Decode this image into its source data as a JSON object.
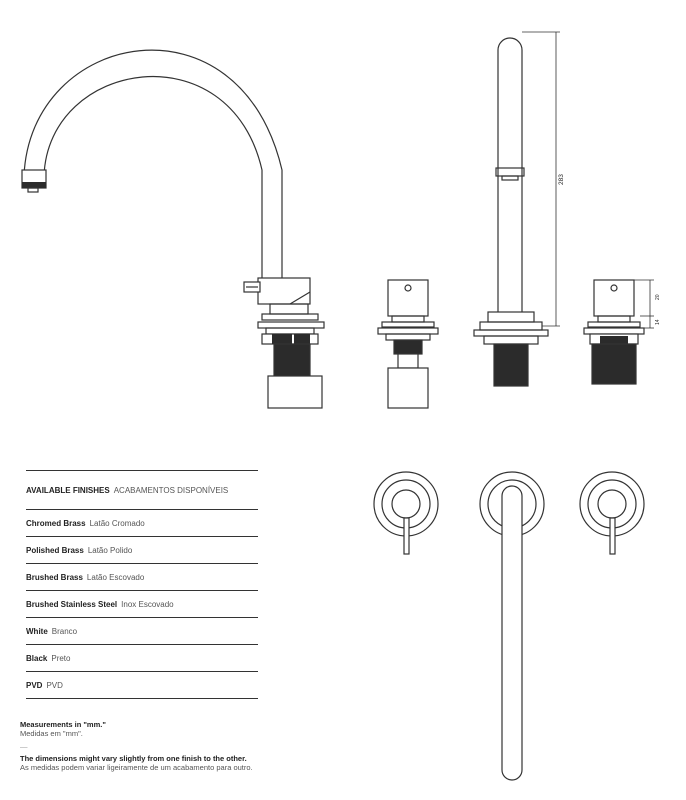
{
  "drawing": {
    "dim_height": "283",
    "dim_small_top": "20",
    "dim_small_bottom": "14"
  },
  "finishes": {
    "header_en": "AVAILABLE FINISHES",
    "header_pt": "ACABAMENTOS DISPONÍVEIS",
    "items": [
      {
        "en": "Chromed Brass",
        "pt": "Latão Cromado"
      },
      {
        "en": "Polished Brass",
        "pt": "Latão Polido"
      },
      {
        "en": "Brushed Brass",
        "pt": "Latão Escovado"
      },
      {
        "en": "Brushed Stainless Steel",
        "pt": "Inox Escovado"
      },
      {
        "en": "White",
        "pt": "Branco"
      },
      {
        "en": "Black",
        "pt": "Preto"
      },
      {
        "en": "PVD",
        "pt": "PVD"
      }
    ]
  },
  "notes": {
    "measure_en": "Measurements in \"mm.\"",
    "measure_pt": "Medidas em \"mm\".",
    "separator": "—",
    "dims_en": "The dimensions might vary slightly from one finish to the other.",
    "dims_pt": "As medidas podem variar ligeiramente de um acabamento para outro."
  },
  "colors": {
    "line": "#333333",
    "dark_fill": "#2b2b2b",
    "text": "#222222"
  }
}
